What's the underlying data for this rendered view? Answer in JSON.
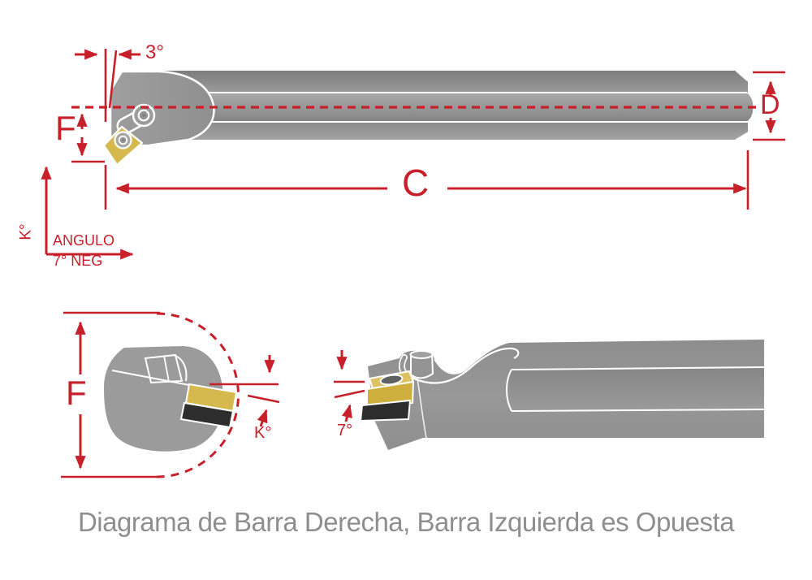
{
  "title": "Diagrama de Barra Derecha, Barra Izquierda es Opuesta",
  "top_view": {
    "labels": {
      "back_angle": "3°",
      "diameter": "D",
      "nose_height": "F",
      "overall_length": "C",
      "k_axis": "K°",
      "angle_note_line1": "ANGULO",
      "angle_note_line2": "7° NEG"
    }
  },
  "end_view": {
    "labels": {
      "body_height": "F",
      "k_angle": "K°"
    }
  },
  "side_view": {
    "labels": {
      "rake_angle": "7°"
    }
  },
  "colors": {
    "annotation_red": "#c8202a",
    "insert_gold": "#d5b84e",
    "shim_black": "#2d2d2d",
    "steel_gray": "#949494",
    "title_gray": "#8e8e8e"
  }
}
